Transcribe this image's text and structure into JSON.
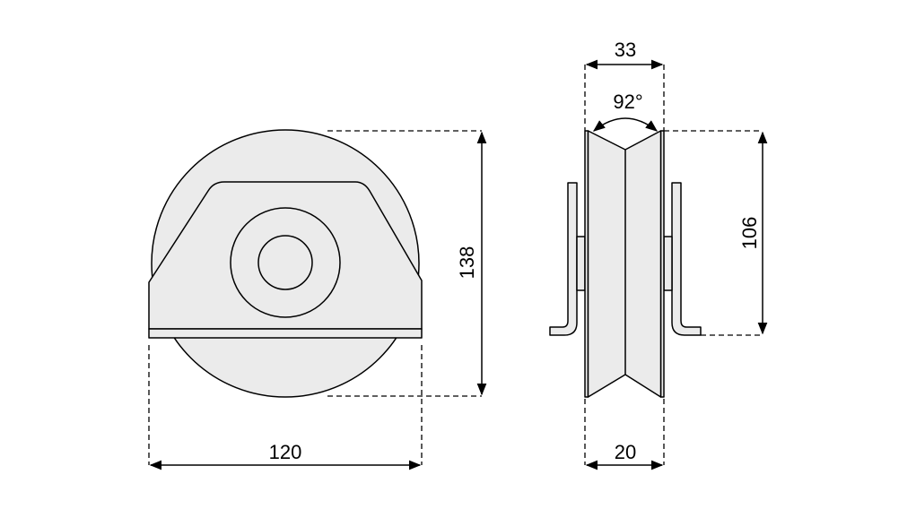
{
  "title": "Wheel with bracket - technical drawing",
  "dimensions": {
    "front_height": "138",
    "front_width": "120",
    "side_total_width": "33",
    "side_wheel_width": "20",
    "side_height": "106",
    "groove_angle": "92°"
  },
  "colors": {
    "fill": "#ebebeb",
    "line": "#000000",
    "background": "#ffffff"
  }
}
